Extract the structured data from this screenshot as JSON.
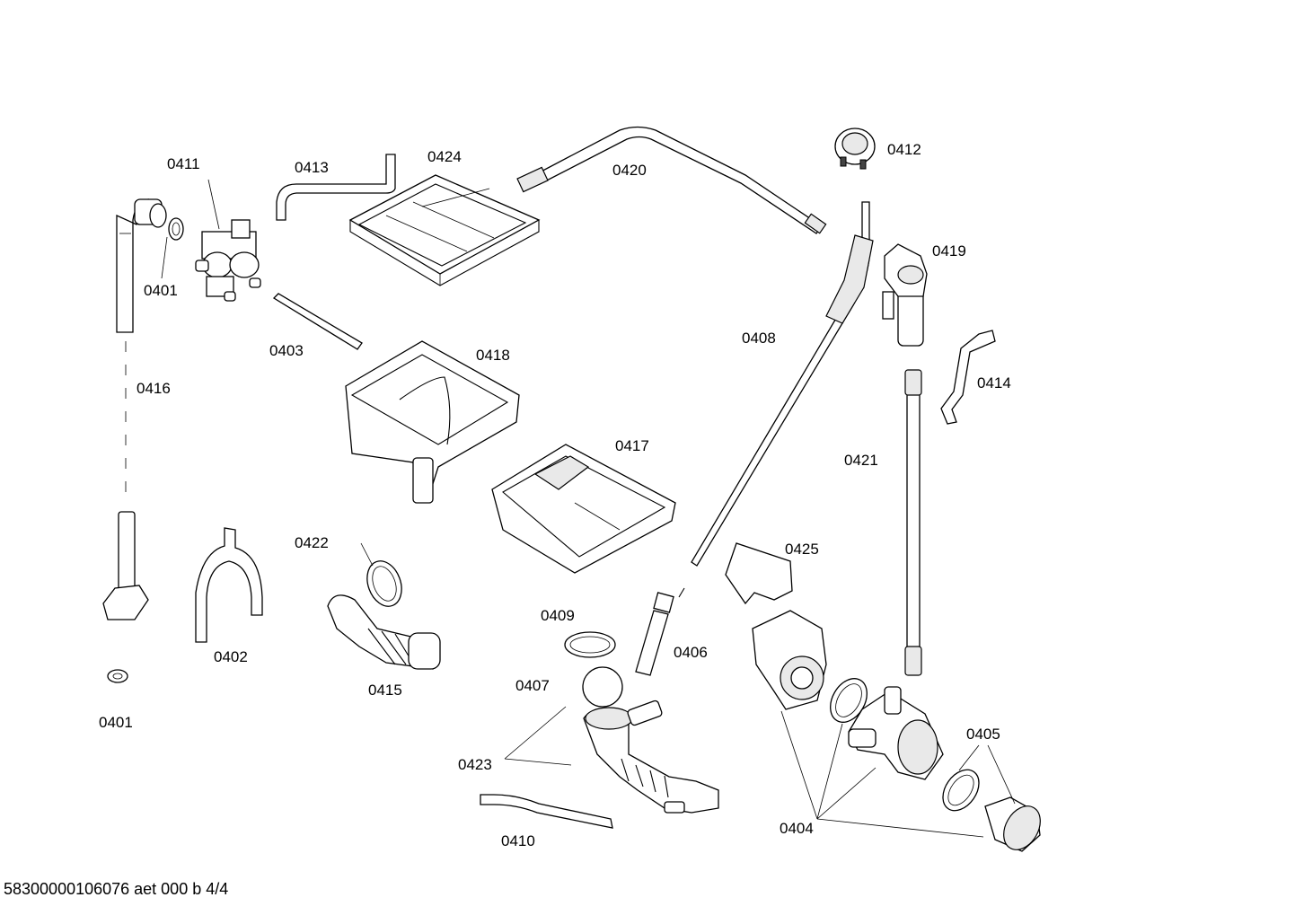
{
  "parts": {
    "p0411": "0411",
    "p0413": "0413",
    "p0424": "0424",
    "p0420": "0420",
    "p0412": "0412",
    "p0401a": "0401",
    "p0419": "0419",
    "p0403": "0403",
    "p0418": "0418",
    "p0408": "0408",
    "p0416": "0416",
    "p0414": "0414",
    "p0417": "0417",
    "p0421": "0421",
    "p0422": "0422",
    "p0425": "0425",
    "p0409": "0409",
    "p0402": "0402",
    "p0406": "0406",
    "p0415": "0415",
    "p0407": "0407",
    "p0401b": "0401",
    "p0405": "0405",
    "p0423": "0423",
    "p0410": "0410",
    "p0404": "0404"
  },
  "footer": {
    "doc_code": "58300000106076 aet 000 b 4/4"
  }
}
